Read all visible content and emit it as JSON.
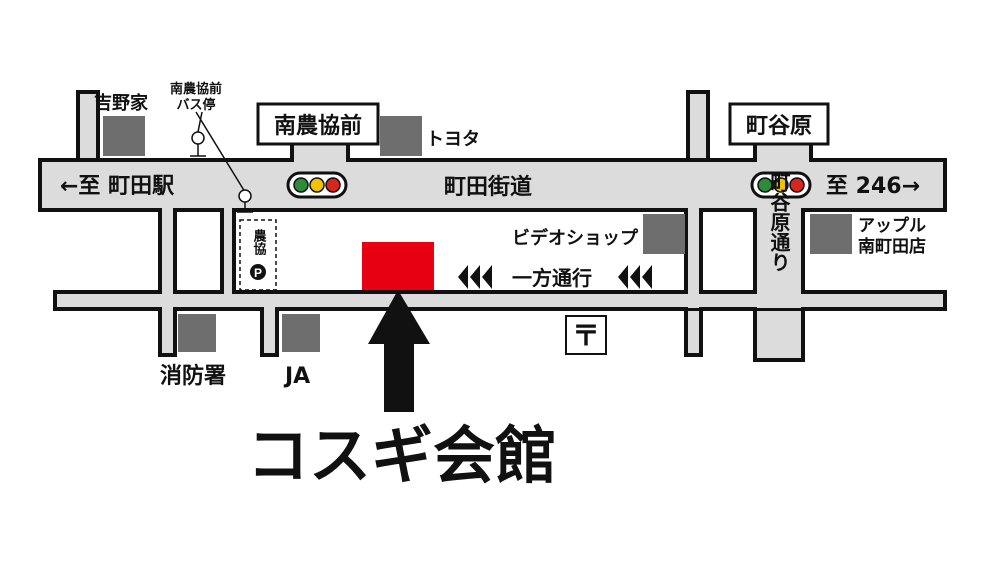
{
  "roads": {
    "main_road": "町田街道",
    "side_street": "町谷原通り",
    "to_machida": "←至 町田駅",
    "to_246": "至 246→",
    "one_way": "一方通行"
  },
  "intersections": {
    "left": "南農協前",
    "right": "町谷原"
  },
  "bus_stop": {
    "name_line1": "南農協前",
    "name_line2": "バス停"
  },
  "landmarks": {
    "yoshinoya": "吉野家",
    "toyota": "トヨタ",
    "video_shop": "ビデオショップ",
    "apple_line1": "アップル",
    "apple_line2": "南町田店",
    "fire_station": "消防署",
    "ja": "JA",
    "nokyo_parking": "農協",
    "post_office_symbol": "〒"
  },
  "destination": {
    "name": "コスギ会館",
    "color": "#e60012"
  },
  "colors": {
    "road": "#dcdcdc",
    "building": "#6e6e6e",
    "signal_green": "#2e8b3a",
    "signal_yellow": "#f2c200",
    "signal_red": "#d7261e"
  }
}
